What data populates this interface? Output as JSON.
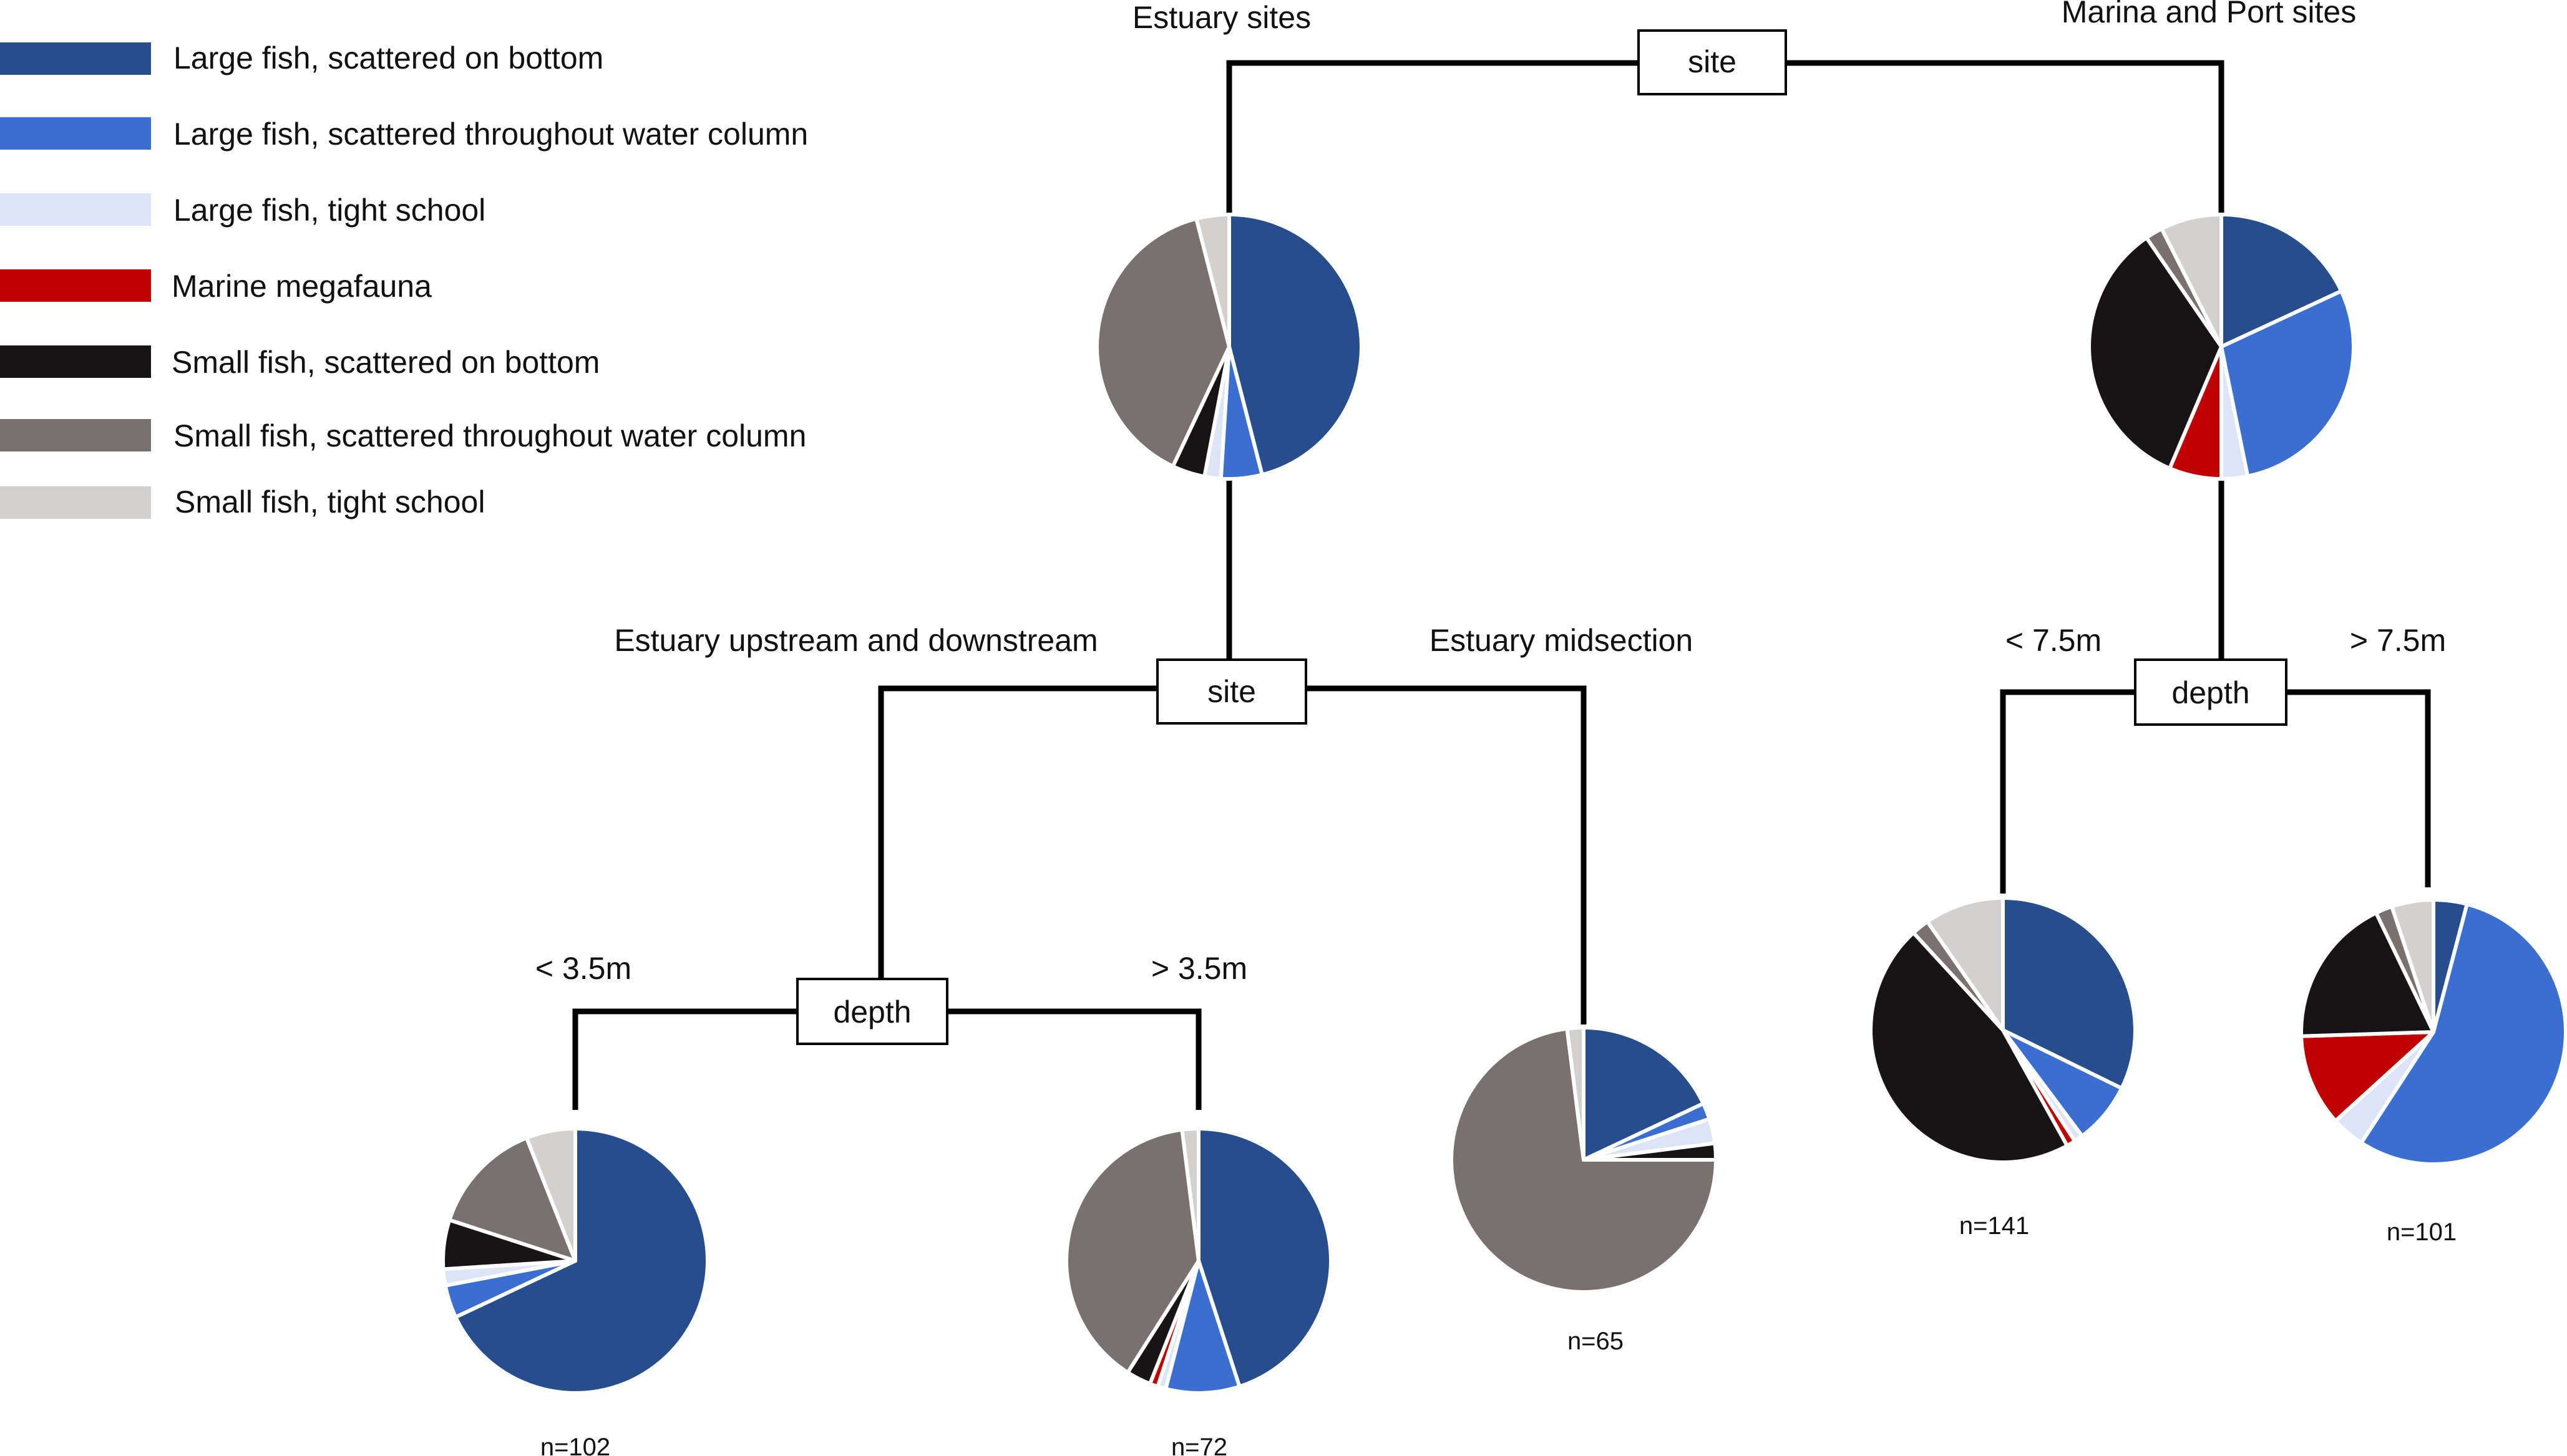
{
  "colors": {
    "large_bottom": "#264e8c",
    "large_column": "#3a6fd1",
    "large_school": "#dbe5f6",
    "megafauna": "#c00000",
    "small_bottom": "#181416",
    "small_column": "#787170",
    "small_school": "#d3d0d0",
    "line": "#000000"
  },
  "legend": [
    {
      "label": "Large fish, scattered on bottom",
      "color": "#264e8c"
    },
    {
      "label": "Large fish, scattered throughout water column",
      "color": "#3a6fd1"
    },
    {
      "label": "Large fish, tight school",
      "color": "#dbe5f6"
    },
    {
      "label": "Marine megafauna",
      "color": "#c00000"
    },
    {
      "label": "Small fish, scattered on bottom",
      "color": "#181416"
    },
    {
      "label": "Small fish, scattered throughout water column",
      "color": "#787170"
    },
    {
      "label": "Small fish, tight school",
      "color": "#d3d0d0"
    }
  ],
  "split_boxes": {
    "root": "site",
    "estuary": "site",
    "marina": "depth",
    "estuary_ud": "depth"
  },
  "branch_labels": {
    "root_left": "Estuary sites",
    "root_right": "Marina and Port sites",
    "estuary_left": "Estuary upstream and downstream",
    "estuary_right": "Estuary midsection",
    "marina_left": "< 7.5m",
    "marina_right": "> 7.5m",
    "ud_left": "< 3.5m",
    "ud_right": "> 3.5m"
  },
  "chart_data": [
    {
      "type": "pie",
      "id": "estuary_sites",
      "values": [
        46,
        5,
        2,
        0,
        4,
        39,
        4
      ]
    },
    {
      "type": "pie",
      "id": "marina_port_sites",
      "values": [
        17,
        27,
        3,
        6,
        32,
        2,
        7
      ]
    },
    {
      "type": "pie",
      "id": "estuary_ud_shallow",
      "label": "n=102",
      "values": [
        68,
        4,
        2,
        0,
        6,
        14,
        6
      ]
    },
    {
      "type": "pie",
      "id": "estuary_ud_deep",
      "label": "n=72",
      "values": [
        45,
        9,
        1,
        1,
        3,
        39,
        2
      ]
    },
    {
      "type": "pie",
      "id": "estuary_mid",
      "label": "n=65",
      "values": [
        18,
        2,
        3,
        0,
        2,
        73,
        2
      ]
    },
    {
      "type": "pie",
      "id": "marina_shallow",
      "label": "n=141",
      "values": [
        30,
        7,
        1,
        1,
        43,
        2,
        9
      ]
    },
    {
      "type": "pie",
      "id": "marina_deep",
      "label": "n=101",
      "values": [
        4,
        54,
        4,
        11,
        18,
        2,
        5
      ]
    }
  ]
}
